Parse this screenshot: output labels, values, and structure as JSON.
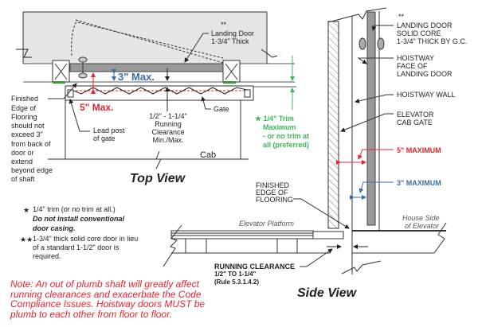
{
  "colors": {
    "red": "#e8242c",
    "blue": "#3a6ea5",
    "green": "#3cb85a",
    "door": "#999999",
    "shaft": "#e6e6e6"
  },
  "top_view": {
    "title": "Top View",
    "stars_door": "**",
    "landing_door": [
      "Landing Door",
      "1-3/4\" Thick"
    ],
    "three_max": "3\" Max.",
    "five_max": "5\" Max.",
    "finished_edge": [
      "Finished",
      "Edge of",
      "Flooring",
      "should not",
      "exceed 3\"",
      "from back of",
      "door or",
      "extend",
      "beyond edge",
      "of shaft"
    ],
    "lead_post": [
      "Lead post",
      "of gate"
    ],
    "gate": "Gate",
    "running_clearance": [
      "1/2\" - 1-1/4\"",
      "Running",
      "Clearance",
      "Min./Max."
    ],
    "cab": "Cab",
    "trim": [
      "★ 1/4\" Trim",
      "Maximum",
      "- or no trim at",
      "all (preferred)"
    ]
  },
  "side_view": {
    "title": "Side View",
    "stars_door": "**",
    "landing_door": [
      "LANDING DOOR",
      "SOLID CORE",
      "1-3/4\" THICK BY G.C."
    ],
    "hoistway_face": [
      "HOISTWAY",
      "FACE OF",
      "LANDING DOOR"
    ],
    "hoistway_wall": "HOISTWAY WALL",
    "cab_gate": [
      "ELEVATOR",
      "CAB GATE"
    ],
    "five_max": "5\" MAXIMUM",
    "three_max": "3\" MAXIMUM",
    "finished_edge": [
      "FINISHED",
      "EDGE OF",
      "FLOORING"
    ],
    "platform": "Elevator Platform",
    "house_side": [
      "House Side",
      "of Elevator"
    ],
    "running_clearance": [
      "RUNNING CLEARANCE",
      "1/2\" TO 1-1/4\"",
      "(Rule 5.3.1.4.2)"
    ]
  },
  "legend": {
    "star1": "★",
    "star1_text": "1/4\" trim (or no trim at all.)",
    "star1_bold": [
      "Do not install conventional",
      "door casing."
    ],
    "star2": "★★",
    "star2_text": [
      "1-3/4\" thick solid core door in lieu",
      "of a standard 1-1/2\" door is",
      "required."
    ]
  },
  "note": [
    "Note: An out of plumb shaft will greatly affect",
    "running clearances and exacerbate the Code",
    "Compliance Issues. Hoistway doors MUST be",
    "plumb to each other from floor to floor."
  ]
}
